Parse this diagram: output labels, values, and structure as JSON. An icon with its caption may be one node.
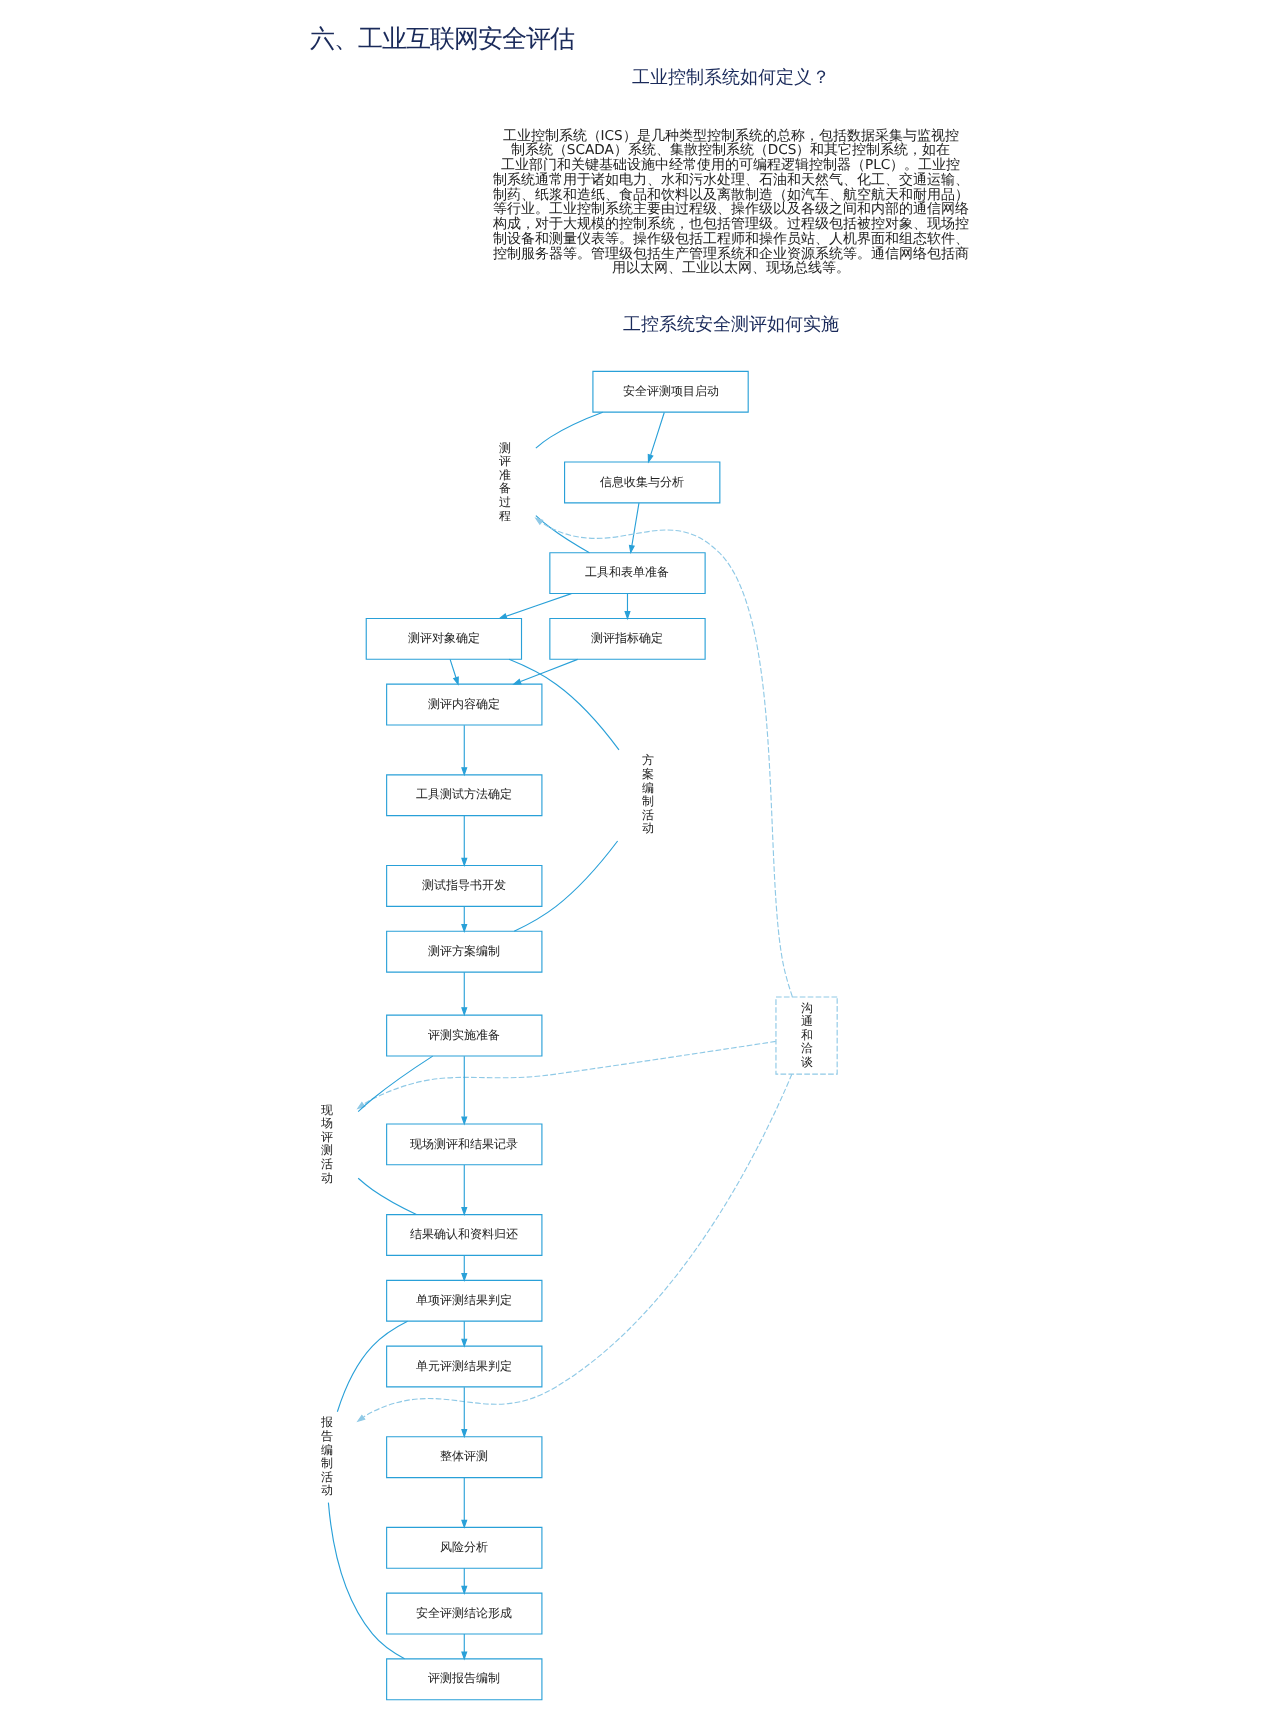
{
  "diagram": {
    "title": "六、工业互联网安全评估",
    "nodes": [
      {
        "text": [
          "测评准备过程"
        ]
      },
      {
        "text": [
          "安全评测项目启动"
        ]
      },
      {
        "text": [
          "信息收集与分析"
        ]
      },
      {
        "text": [
          "工具和表单准备"
        ]
      },
      {
        "text": [
          "测评对象确定"
        ]
      },
      {
        "text": [
          "测评指标确定"
        ]
      },
      {
        "text": [
          "测评内容确定"
        ]
      },
      {
        "text": [
          "工具测试方法确定"
        ]
      },
      {
        "text": [
          "测试指导书开发"
        ]
      },
      {
        "text": [
          "测评方案编制"
        ]
      },
      {
        "text": [
          "方案编制活动"
        ]
      },
      {
        "text": [
          "沟通和洽谈"
        ]
      },
      {
        "text": [
          "现场评测活动"
        ]
      },
      {
        "text": [
          "评测实施准备"
        ]
      },
      {
        "text": [
          "现场测评和结果记录"
        ]
      },
      {
        "text": [
          "结果确认和资料归还"
        ]
      },
      {
        "text": [
          "报告编制活动"
        ]
      },
      {
        "text": [
          "单项评测结果判定"
        ]
      },
      {
        "text": [
          "单元评测结果判定"
        ]
      },
      {
        "text": [
          "整体评测"
        ]
      },
      {
        "text": [
          "风险分析"
        ]
      },
      {
        "text": [
          "安全评测结论形成"
        ]
      },
      {
        "text": [
          "评测报告编制"
        ]
      }
    ],
    "edges": [
      {
        "from": 1,
        "to": 2,
        "arrow": "to"
      },
      {
        "from": 2,
        "to": 3,
        "arrow": "to"
      },
      {
        "from": 3,
        "to": 4,
        "arrow": "to"
      },
      {
        "from": 3,
        "to": 5,
        "arrow": "to"
      },
      {
        "from": 4,
        "to": 6,
        "arrow": "to"
      },
      {
        "from": 5,
        "to": 6,
        "arrow": "to"
      },
      {
        "from": 6,
        "to": 7,
        "arrow": "to"
      },
      {
        "from": 7,
        "to": 8,
        "arrow": "to"
      },
      {
        "from": 8,
        "to": 9,
        "arrow": "to"
      },
      {
        "from": 9,
        "to": 13,
        "arrow": "to"
      },
      {
        "from": 13,
        "to": 14,
        "arrow": "to"
      },
      {
        "from": 14,
        "to": 15,
        "arrow": "to"
      },
      {
        "from": 15,
        "to": 17,
        "arrow": "to"
      },
      {
        "from": 17,
        "to": 18,
        "arrow": "to"
      },
      {
        "from": 18,
        "to": 19,
        "arrow": "to"
      },
      {
        "from": 19,
        "to": 20,
        "arrow": "to"
      },
      {
        "from": 20,
        "to": 21,
        "arrow": "to"
      },
      {
        "from": 21,
        "to": 22,
        "arrow": "to"
      },
      {
        "from": 0,
        "to": 1,
        "arrow": "none"
      },
      {
        "from": 0,
        "to": 3,
        "arrow": "none"
      },
      {
        "from": 10,
        "to": 4,
        "arrow": "none"
      },
      {
        "from": 10,
        "to": 9,
        "arrow": "none"
      },
      {
        "from": 12,
        "to": 13,
        "arrow": "none"
      },
      {
        "from": 12,
        "to": 15,
        "arrow": "none"
      },
      {
        "from": 16,
        "to": 17,
        "arrow": "none"
      },
      {
        "from": 16,
        "to": 22,
        "arrow": "none"
      },
      {
        "from": 11,
        "to": 0,
        "arrow": "to",
        "style": "dashed",
        "color": "#8fc9e6"
      },
      {
        "from": 11,
        "to": 12,
        "arrow": "to",
        "style": "dashed",
        "color": "#8fc9e6"
      },
      {
        "from": 11,
        "to": 16,
        "arrow": "to",
        "style": "dashed",
        "color": "#8fc9e6"
      }
    ],
    "labels": [
      "工业控制系统如何定义？",
      "工业控制系统（ICS）是几种类型控制系统的总称，包括数据采集与监视控制系统（SCADA）系统、集散控制系统（DCS）和其它控制系统，如在工业部门和关键基础设施中经常使用的可编程逻辑控制器（PLC）。工业控制系统通常用于诸如电力、水和污水处理、石油和天然气、化工、交通运输、制药、纸浆和造纸、食品和饮料以及离散制造（如汽车、航空航天和耐用品）等行业。工业控制系统主要由过程级、操作级以及各级之间和内部的通信网络构成，对于大规模的控制系统，也包括管理级。过程级包括被控对象、现场控制设备和测量仪表等。操作级包括工程师和操作员站、人机界面和组态软件、控制服务器等。管理级包括生产管理系统和企业资源系统等。通信网络包括商用以太网、工业以太网、现场总线等。",
      "工控系统安全测评如何实施"
    ]
  }
}
